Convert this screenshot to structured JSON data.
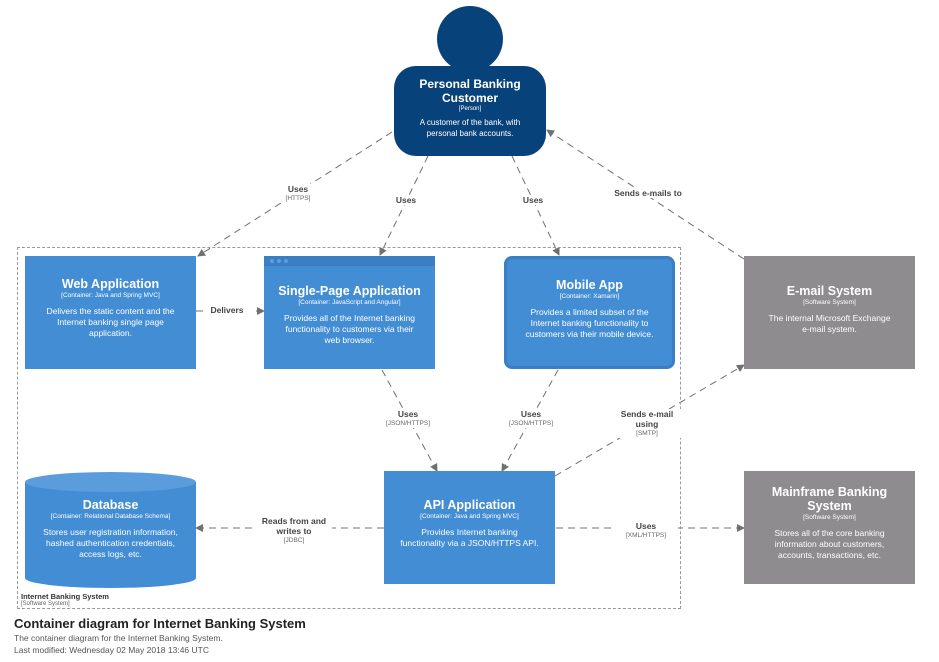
{
  "person": {
    "title_line1": "Personal Banking",
    "title_line2": "Customer",
    "tech": "[Person]",
    "desc_line1": "A customer of the bank, with",
    "desc_line2": "personal bank accounts."
  },
  "containers": {
    "web_app": {
      "title": "Web Application",
      "tech": "[Container: Java and Spring MVC]",
      "desc_line1": "Delivers the static content and the",
      "desc_line2": "Internet banking single page",
      "desc_line3": "application."
    },
    "spa": {
      "title": "Single-Page Application",
      "tech": "[Container: JavaScript and Angular]",
      "desc_line1": "Provides all of the Internet banking",
      "desc_line2": "functionality to customers via their",
      "desc_line3": "web browser."
    },
    "mobile": {
      "title": "Mobile App",
      "tech": "[Container: Xamarin]",
      "desc_line1": "Provides a limited subset of the",
      "desc_line2": "Internet banking functionality to",
      "desc_line3": "customers via their mobile device."
    },
    "database": {
      "title": "Database",
      "tech": "[Container: Relational Database Schema]",
      "desc_line1": "Stores user registration information,",
      "desc_line2": "hashed authentication credentials,",
      "desc_line3": "access logs, etc."
    },
    "api": {
      "title": "API Application",
      "tech": "[Container: Java and Spring MVC]",
      "desc_line1": "Provides Internet banking",
      "desc_line2": "functionality via a JSON/HTTPS API."
    }
  },
  "systems": {
    "email": {
      "title": "E-mail System",
      "tech": "[Software System]",
      "desc_line1": "The internal Microsoft Exchange",
      "desc_line2": "e-mail system."
    },
    "mainframe": {
      "title_line1": "Mainframe Banking",
      "title_line2": "System",
      "tech": "[Software System]",
      "desc_line1": "Stores all of the core banking",
      "desc_line2": "information about customers,",
      "desc_line3": "accounts, transactions, etc."
    }
  },
  "boundary": {
    "title": "Internet Banking System",
    "tech": "[Software System]"
  },
  "edges": {
    "person_web": {
      "label": "Uses",
      "tech": "[HTTPS]"
    },
    "person_spa": {
      "label": "Uses"
    },
    "person_mobile": {
      "label": "Uses"
    },
    "email_person": {
      "label": "Sends e-mails to"
    },
    "web_spa": {
      "label": "Delivers"
    },
    "spa_api": {
      "label": "Uses",
      "tech": "[JSON/HTTPS]"
    },
    "mobile_api": {
      "label": "Uses",
      "tech": "[JSON/HTTPS]"
    },
    "api_email": {
      "label_line1": "Sends e-mail",
      "label_line2": "using",
      "tech": "[SMTP]"
    },
    "api_db": {
      "label_line1": "Reads from and",
      "label_line2": "writes to",
      "tech": "[JDBC]"
    },
    "api_mainframe": {
      "label": "Uses",
      "tech": "[XML/HTTPS]"
    }
  },
  "footer": {
    "title": "Container diagram for Internet Banking System",
    "description": "The container diagram for the Internet Banking System.",
    "modified": "Last modified: Wednesday 02 May 2018 13:46 UTC"
  },
  "colors": {
    "person": "#08427b",
    "container": "#438dd5",
    "external_system": "#8e8c8e",
    "edge": "#707070"
  }
}
